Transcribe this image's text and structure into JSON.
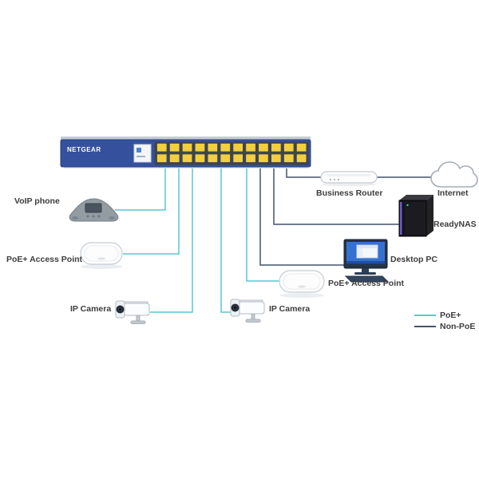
{
  "diagram": {
    "switch": {
      "brand": "NETGEAR",
      "port_count": 24,
      "port_color": "#f2cf3c",
      "body_color": "#35519e"
    },
    "nodes": {
      "voip_phone": {
        "label": "VoIP phone",
        "connection": "poe"
      },
      "poe_ap_left": {
        "label": "PoE+ Access Point",
        "connection": "poe"
      },
      "ip_camera_left": {
        "label": "IP Camera",
        "connection": "poe"
      },
      "ip_camera_right": {
        "label": "IP Camera",
        "connection": "poe"
      },
      "poe_ap_right": {
        "label": "PoE+ Access Point",
        "connection": "poe"
      },
      "business_router": {
        "label": "Business Router",
        "connection": "non_poe"
      },
      "internet": {
        "label": "Internet",
        "connection": "non_poe"
      },
      "readynas": {
        "label": "ReadyNAS",
        "connection": "non_poe"
      },
      "desktop_pc": {
        "label": "Desktop PC",
        "connection": "non_poe"
      }
    },
    "legend": [
      {
        "key": "poe",
        "label": "PoE+",
        "color": "#56c7d3"
      },
      {
        "key": "non_poe",
        "label": "Non-PoE",
        "color": "#44546a"
      }
    ]
  }
}
